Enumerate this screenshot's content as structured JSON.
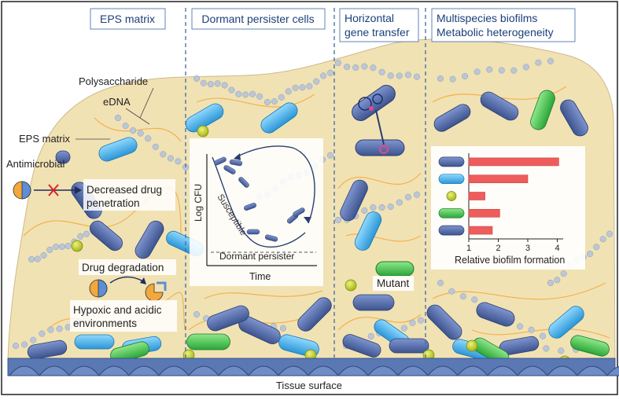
{
  "panels": [
    {
      "title_lines": [
        "EPS matrix"
      ]
    },
    {
      "title_lines": [
        "Dormant persister cells"
      ]
    },
    {
      "title_lines": [
        "Horizontal",
        "gene transfer"
      ]
    },
    {
      "title_lines": [
        "Multispecies biofilms",
        "Metabolic heterogeneity"
      ]
    }
  ],
  "labels": {
    "polysaccharide": "Polysaccharide",
    "edna": "eDNA",
    "eps_matrix": "EPS matrix",
    "antimicrobial": "Antimicrobial",
    "decreased_line1": "Decreased drug",
    "decreased_line2": "penetration",
    "drug_degradation": "Drug degradation",
    "hypoxic_line1": "Hypoxic and acidic",
    "hypoxic_line2": "environments",
    "mutant": "Mutant",
    "tissue_surface": "Tissue surface"
  },
  "persister_plot": {
    "ylabel": "Log CFU",
    "xlabel": "Time",
    "susceptible": "Susceptible",
    "dormant": "Dormant persister"
  },
  "chart_data": {
    "type": "bar",
    "orientation": "horizontal",
    "categories": [
      "dark-blue rod",
      "light-blue rod",
      "yellow coccus",
      "green rod",
      "dark-blue rod"
    ],
    "values": [
      4.05,
      3.0,
      1.55,
      2.05,
      1.8
    ],
    "xlabel": "Relative biofilm formation",
    "xticks": [
      "1",
      "2",
      "3",
      "4"
    ],
    "xlim": [
      1,
      4.2
    ],
    "bar_color": "#ef5c5c"
  },
  "colors": {
    "matrix_fill": "#f1e2b4",
    "dark_cell": "#4d67a9",
    "light_cell": "#43aee4",
    "green_cell": "#3ec04a",
    "yellow_cell": "#c3d021",
    "panel_title": "#1b3f7a"
  }
}
